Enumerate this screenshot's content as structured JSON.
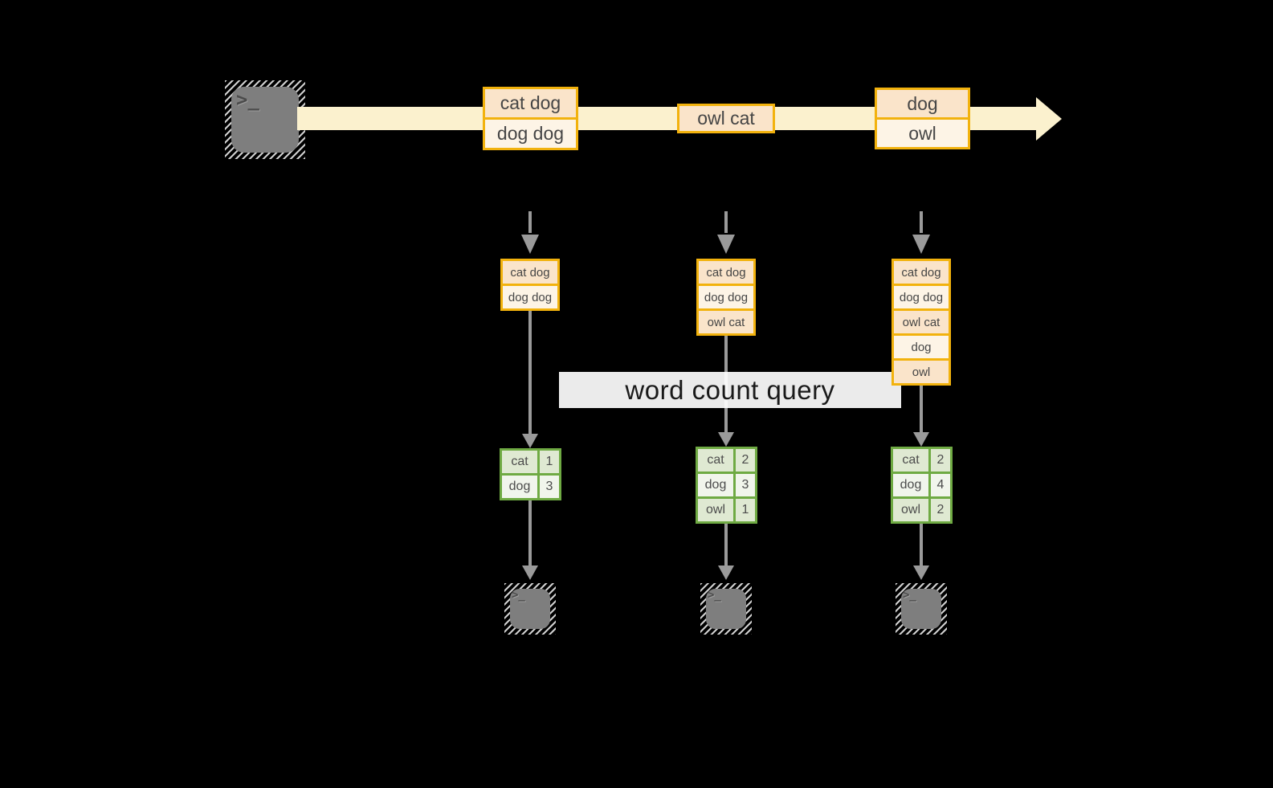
{
  "query_label": "word count query",
  "icons": {
    "prompt_glyph": ">_",
    "source_icon": "terminal-icon",
    "sink_icon": "terminal-icon",
    "stream_arrow": "right-arrow",
    "flow_arrows": "down-arrow"
  },
  "stream": {
    "batches": [
      {
        "items": [
          "cat dog",
          "dog dog"
        ]
      },
      {
        "items": [
          "owl cat"
        ]
      },
      {
        "items": [
          "dog",
          "owl"
        ]
      }
    ]
  },
  "columns": [
    {
      "accumulated": [
        "cat dog",
        "dog dog"
      ],
      "counts": [
        {
          "word": "cat",
          "count": "1"
        },
        {
          "word": "dog",
          "count": "3"
        }
      ]
    },
    {
      "accumulated": [
        "cat dog",
        "dog dog",
        "owl cat"
      ],
      "counts": [
        {
          "word": "cat",
          "count": "2"
        },
        {
          "word": "dog",
          "count": "3"
        },
        {
          "word": "owl",
          "count": "1"
        }
      ]
    },
    {
      "accumulated": [
        "cat dog",
        "dog dog",
        "owl cat",
        "dog",
        "owl"
      ],
      "counts": [
        {
          "word": "cat",
          "count": "2"
        },
        {
          "word": "dog",
          "count": "4"
        },
        {
          "word": "owl",
          "count": "2"
        }
      ]
    }
  ],
  "colors": {
    "background": "#000000",
    "stream_fill": "#FBF1CE",
    "record_border": "#F2B20D",
    "record_fill_odd": "#FAE4CA",
    "record_fill_even": "#FDF4E6",
    "table_border": "#6FAA43",
    "table_fill_odd": "#DFE9D2",
    "table_fill_even": "#F1F5EC",
    "arrow_gray": "#9A9A9A",
    "terminal_gray": "#7E7E7E",
    "query_bar_bg": "#FFFFFF"
  }
}
